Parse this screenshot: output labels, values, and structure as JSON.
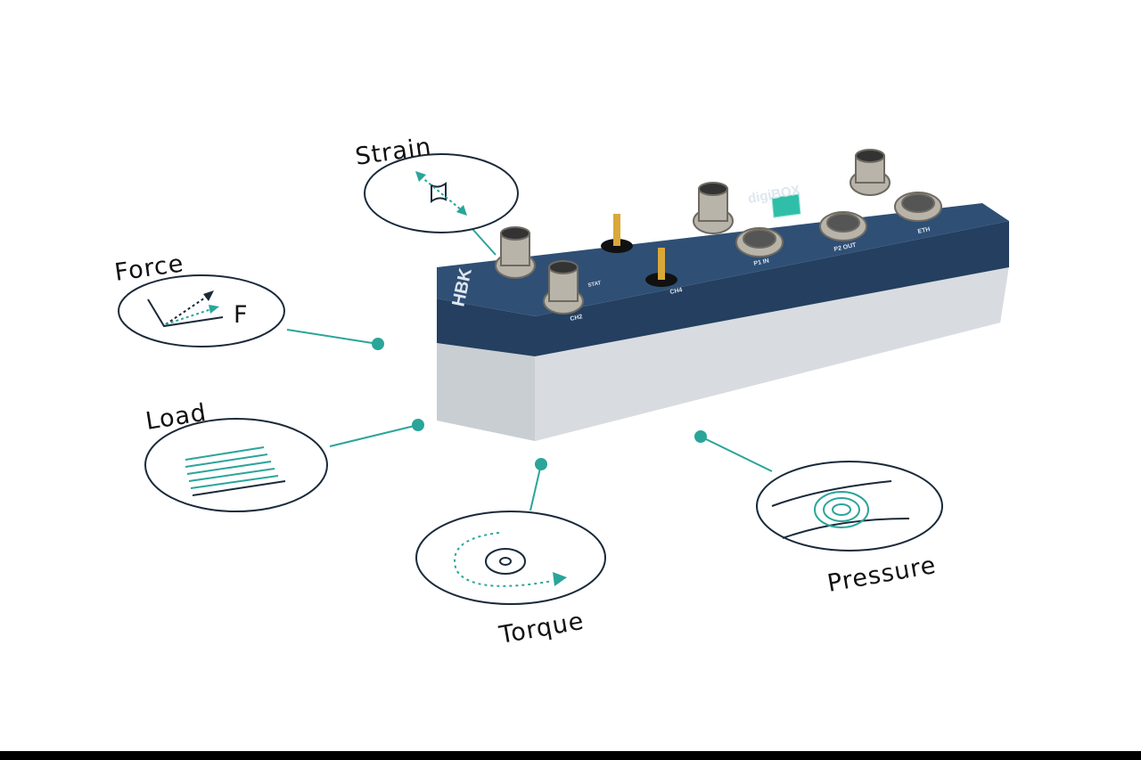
{
  "labels": {
    "strain": "Strain",
    "force": "Force",
    "force_symbol": "F",
    "load": "Load",
    "torque": "Torque",
    "pressure": "Pressure"
  },
  "device": {
    "brand": "HBK",
    "model": "digiBOX",
    "ports": [
      "CH2",
      "CH4",
      "P1 IN",
      "P2 OUT",
      "ETH"
    ],
    "status": "STAT"
  },
  "colors": {
    "accent": "#2aa59a",
    "outline": "#1a2a3a",
    "device_top": "#2c4a6e",
    "device_body": "#c9ced3"
  }
}
